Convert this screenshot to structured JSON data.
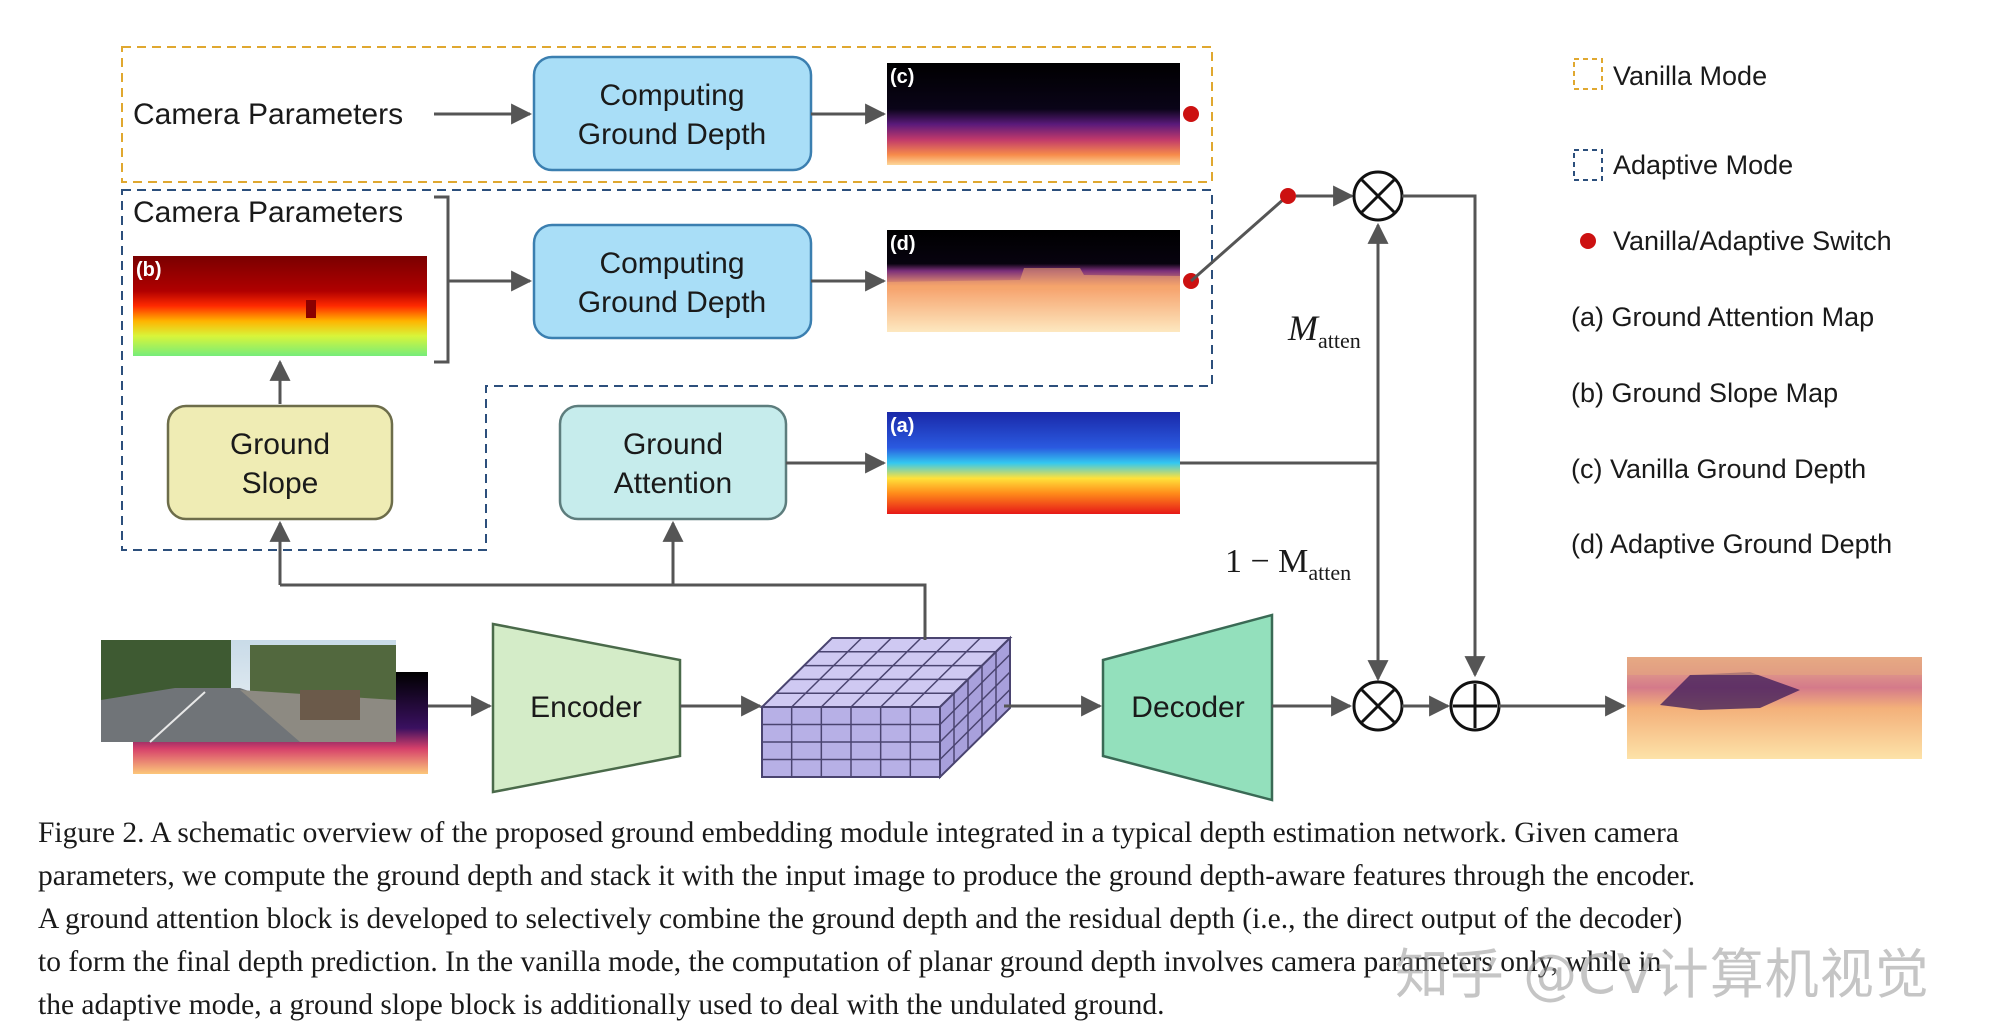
{
  "legend": {
    "vanilla_mode": "Vanilla Mode",
    "adaptive_mode": "Adaptive Mode",
    "switch": "Vanilla/Adaptive Switch",
    "a": "(a) Ground Attention Map",
    "b": "(b) Ground Slope Map",
    "c": "(c) Vanilla Ground Depth",
    "d": "(d) Adaptive Ground Depth"
  },
  "nodes": {
    "camera_params_vanilla": "Camera Parameters",
    "camera_params_adaptive": "Camera Parameters",
    "computing_ground_depth_line1": "Computing",
    "computing_ground_depth_line2": "Ground Depth",
    "ground_slope_line1": "Ground",
    "ground_slope_line2": "Slope",
    "ground_attention_line1": "Ground",
    "ground_attention_line2": "Attention",
    "encoder": "Encoder",
    "decoder": "Decoder"
  },
  "map_tags": {
    "a": "(a)",
    "b": "(b)",
    "c": "(c)",
    "d": "(d)"
  },
  "math": {
    "m_atten_symbol": "M",
    "m_atten_sub": "atten",
    "one_minus": "1 − M",
    "one_minus_sub": "atten"
  },
  "operators": {
    "multiply": "⊗",
    "add": "⊕"
  },
  "colors": {
    "vanilla_border": "#e0a830",
    "adaptive_border": "#2c4f7c",
    "switch_dot": "#cc1111",
    "computing_fill": "#a9def7",
    "computing_stroke": "#3b7fb0",
    "slope_fill": "#efecb4",
    "attention_fill": "#c6ecec",
    "encoder_fill": "#d4ecc8",
    "decoder_fill": "#93e0bc",
    "feature_fill": "#b7b0e6"
  },
  "caption": [
    "Figure 2. A schematic overview of the proposed ground embedding module integrated in a typical depth estimation network. Given camera",
    "parameters, we compute the ground depth and stack it with the input image to produce the ground depth-aware features through the encoder.",
    "A ground attention block is developed to selectively combine the ground depth and the residual depth (i.e., the direct output of the decoder)",
    "to form the final depth prediction. In the vanilla mode, the computation of planar ground depth involves camera parameters only, while in",
    "the adaptive mode, a ground slope block is additionally used to deal with the undulated ground."
  ],
  "watermark": "知乎 @CV计算机视觉"
}
